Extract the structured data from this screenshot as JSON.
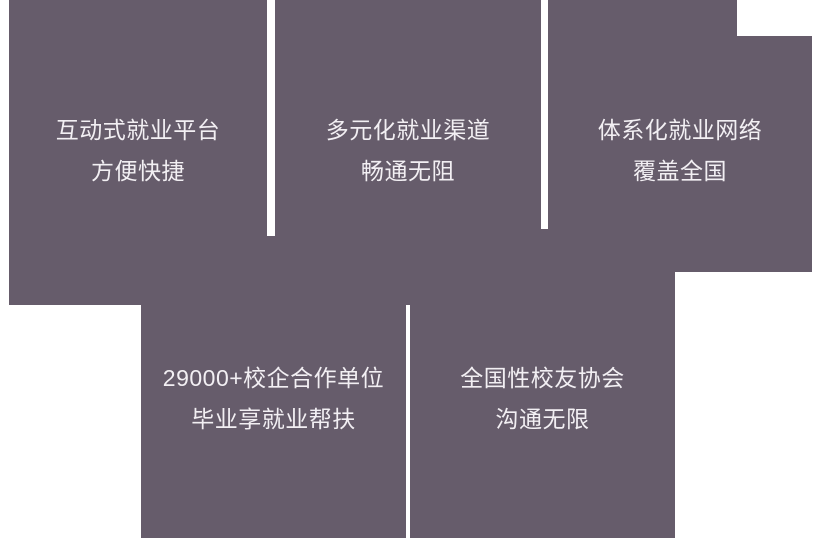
{
  "theme": {
    "panel_color": "#665C6B",
    "text_color": "#F2EFF3",
    "background_color": "#FFFFFF",
    "divider_color": "#FFFFFF"
  },
  "cards": {
    "top": [
      {
        "id": "interactive-employment-platform",
        "line1": "互动式就业平台",
        "line2": "方便快捷"
      },
      {
        "id": "diversified-employment-channels",
        "line1": "多元化就业渠道",
        "line2": "畅通无阻"
      },
      {
        "id": "systematic-employment-network",
        "line1": "体系化就业网络",
        "line2": "覆盖全国"
      }
    ],
    "bottom": [
      {
        "id": "school-enterprise-partners",
        "line1": "29000+校企合作单位",
        "line2": "毕业享就业帮扶"
      },
      {
        "id": "national-alumni-association",
        "line1": "全国性校友协会",
        "line2": "沟通无限"
      }
    ]
  }
}
